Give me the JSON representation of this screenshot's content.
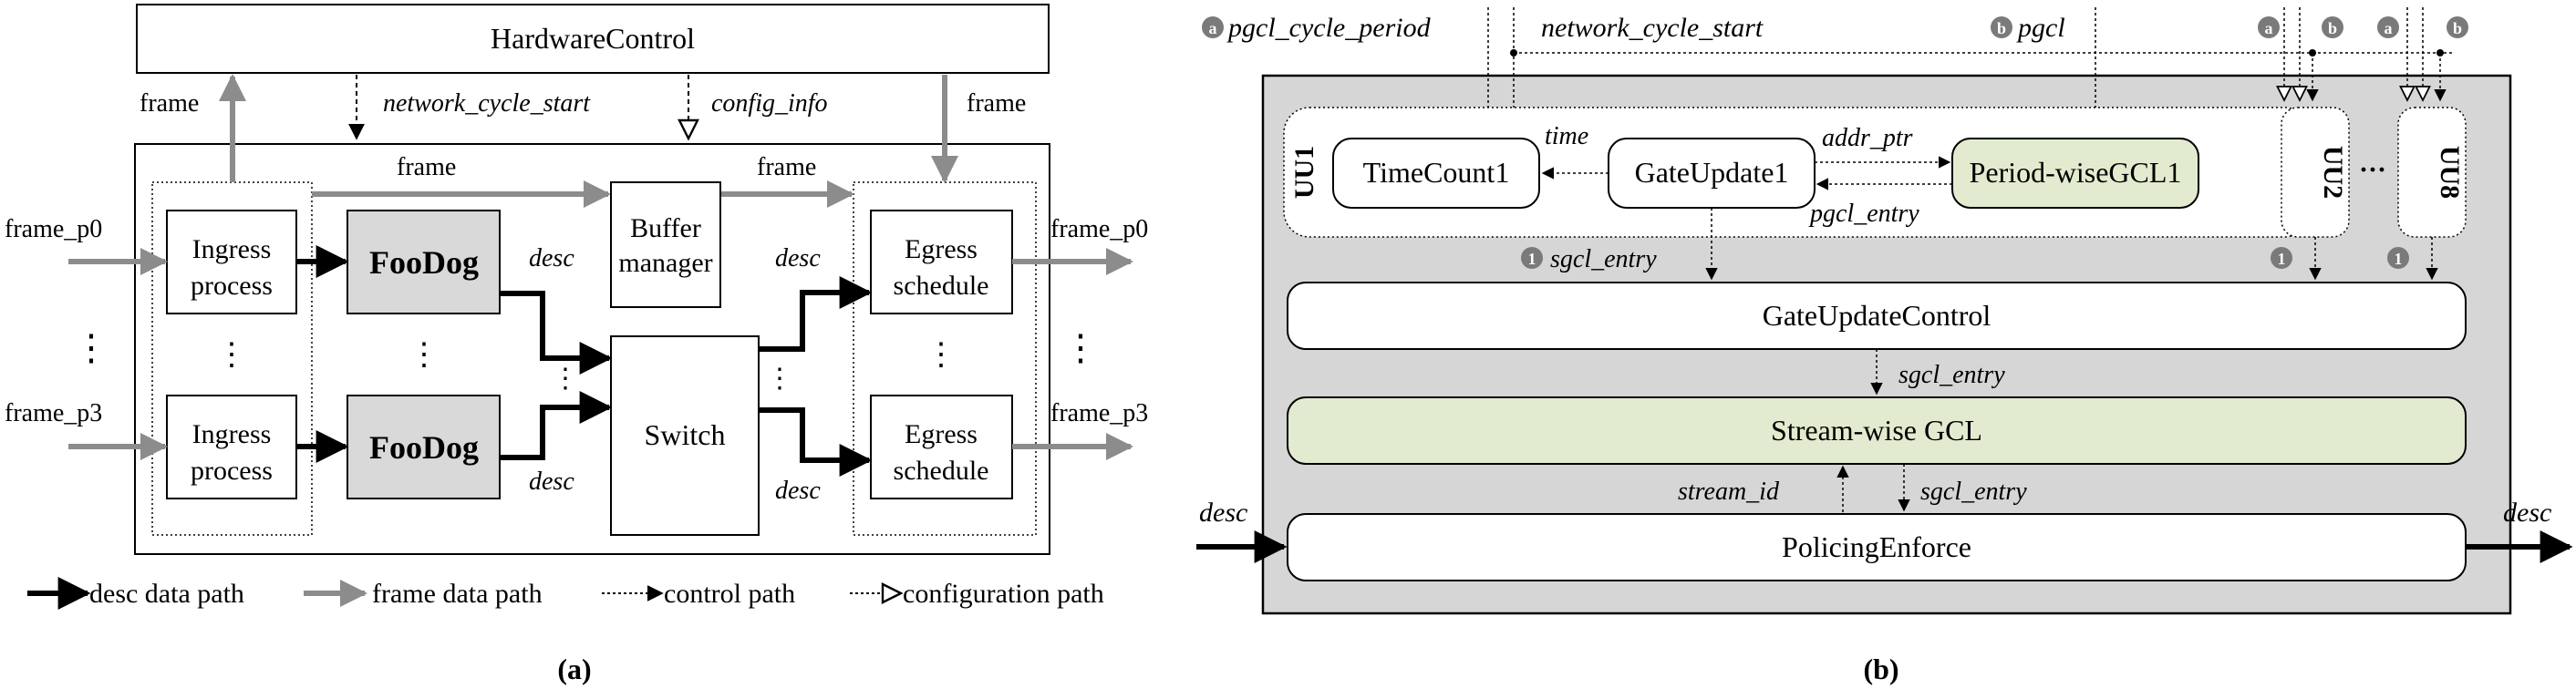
{
  "panel_a": {
    "caption": "(a)",
    "hardware_control": "HardwareControl",
    "signal_network_cycle_start": "network_cycle_start",
    "signal_config_info": "config_info",
    "frame_label": "frame",
    "port_first": "frame_p0",
    "port_last": "frame_p3",
    "ingress_line1": "Ingress",
    "ingress_line2": "process",
    "foodog": "FooDog",
    "buffer_line1": "Buffer",
    "buffer_line2": "manager",
    "switch": "Switch",
    "egress_line1": "Egress",
    "egress_line2": "schedule",
    "desc": "desc",
    "vdots": "⋮",
    "legend": {
      "desc_path": "desc data path",
      "frame_path": "frame data path",
      "control_path": "control path",
      "config_path": "configuration path"
    }
  },
  "panel_b": {
    "caption": "(b)",
    "pgcl_cycle_period": "pgcl_cycle_period",
    "network_cycle_start": "network_cycle_start",
    "pgcl": "pgcl",
    "badge_a": "a",
    "badge_b": "b",
    "badge_1": "1",
    "uu1": "UU1",
    "uu2": "UU2",
    "uu8": "UU8",
    "ellipsis": "···",
    "timecount": "TimeCount1",
    "gateupdate": "GateUpdate1",
    "periodwise": "Period-wiseGCL1",
    "time": "time",
    "addr_ptr": "addr_ptr",
    "pgcl_entry": "pgcl_entry",
    "sgcl_entry": "sgcl_entry",
    "gateupdatecontrol": "GateUpdateControl",
    "streamwise": "Stream-wise GCL",
    "stream_id": "stream_id",
    "policing": "PolicingEnforce",
    "desc": "desc"
  },
  "colors": {
    "gray_box": "#d9d9d9",
    "green_box": "#e2ebcf",
    "frame_arrow": "#8c8c8c",
    "panel_b_bg": "#d6d6d6"
  }
}
